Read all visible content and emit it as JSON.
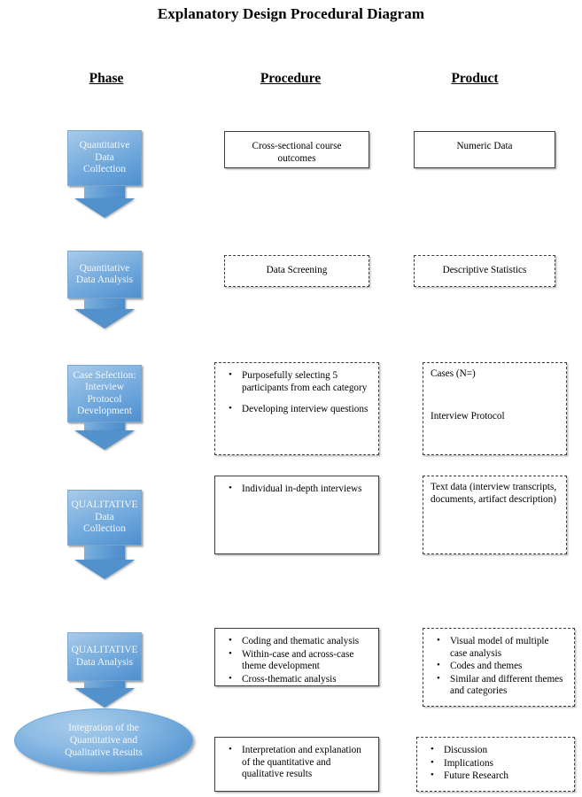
{
  "title": "Explanatory Design Procedural Diagram",
  "headers": {
    "phase": "Phase",
    "procedure": "Procedure",
    "product": "Product"
  },
  "colors": {
    "shape_fill_light": "#a9cbe9",
    "shape_fill_dark": "#4f8fce",
    "shape_text": "#f2f6fb",
    "box_border": "#3d3d3d",
    "background": "#ffffff",
    "text": "#000000"
  },
  "rows": [
    {
      "phase": {
        "label": "Quantitative\nData\nCollection",
        "line1": "Quantitative",
        "line2": "Data",
        "line3": "Collection",
        "shape": "down-arrow"
      },
      "procedure": {
        "border": "solid",
        "align": "center",
        "lines": [
          "Cross-sectional course",
          "outcomes"
        ]
      },
      "product": {
        "border": "solid",
        "align": "center",
        "lines": [
          "Numeric Data"
        ]
      }
    },
    {
      "phase": {
        "line1": "Quantitative",
        "line2": "Data Analysis",
        "shape": "down-arrow"
      },
      "procedure": {
        "border": "dashed",
        "align": "center",
        "lines": [
          "Data Screening"
        ]
      },
      "product": {
        "border": "dashed",
        "align": "center",
        "lines": [
          "Descriptive Statistics"
        ]
      }
    },
    {
      "phase": {
        "line1": "Case Selection:",
        "line2": "Interview",
        "line3": "Protocol",
        "line4": "Development",
        "shape": "down-arrow"
      },
      "procedure": {
        "border": "dashed",
        "align": "bullets",
        "bullets": [
          "Purposefully selecting 5 participants from each category",
          "Developing interview questions"
        ]
      },
      "product": {
        "border": "dashed",
        "align": "plain",
        "lines": [
          "Cases (N=)",
          "Interview Protocol"
        ]
      }
    },
    {
      "phase": {
        "line1": "QUALITATIVE",
        "line2": "Data",
        "line3": "Collection",
        "shape": "down-arrow"
      },
      "procedure": {
        "border": "solid",
        "align": "bullets",
        "bullets": [
          "Individual in-depth interviews"
        ]
      },
      "product": {
        "border": "dashed",
        "align": "plain",
        "lines": [
          "Text data (interview transcripts, documents, artifact description)"
        ]
      }
    },
    {
      "phase": {
        "line1": "QUALITATIVE",
        "line2": "Data Analysis",
        "shape": "down-arrow"
      },
      "procedure": {
        "border": "solid",
        "align": "bullets",
        "bullets": [
          "Coding and thematic analysis",
          "Within-case and across-case theme development",
          "Cross-thematic analysis"
        ]
      },
      "product": {
        "border": "dashed",
        "align": "bullets",
        "bullets": [
          "Visual model of multiple case analysis",
          "Codes and themes",
          "Similar and different themes and categories"
        ]
      }
    },
    {
      "phase": {
        "line1": "Integration of the",
        "line2": "Quantitative and",
        "line3": "Qualitative Results",
        "shape": "ellipse"
      },
      "procedure": {
        "border": "solid",
        "align": "bullets",
        "bullets": [
          "Interpretation and explanation of the quantitative and qualitative results"
        ]
      },
      "product": {
        "border": "dashed",
        "align": "bullets",
        "bullets": [
          "Discussion",
          "Implications",
          "Future Research"
        ]
      }
    }
  ]
}
